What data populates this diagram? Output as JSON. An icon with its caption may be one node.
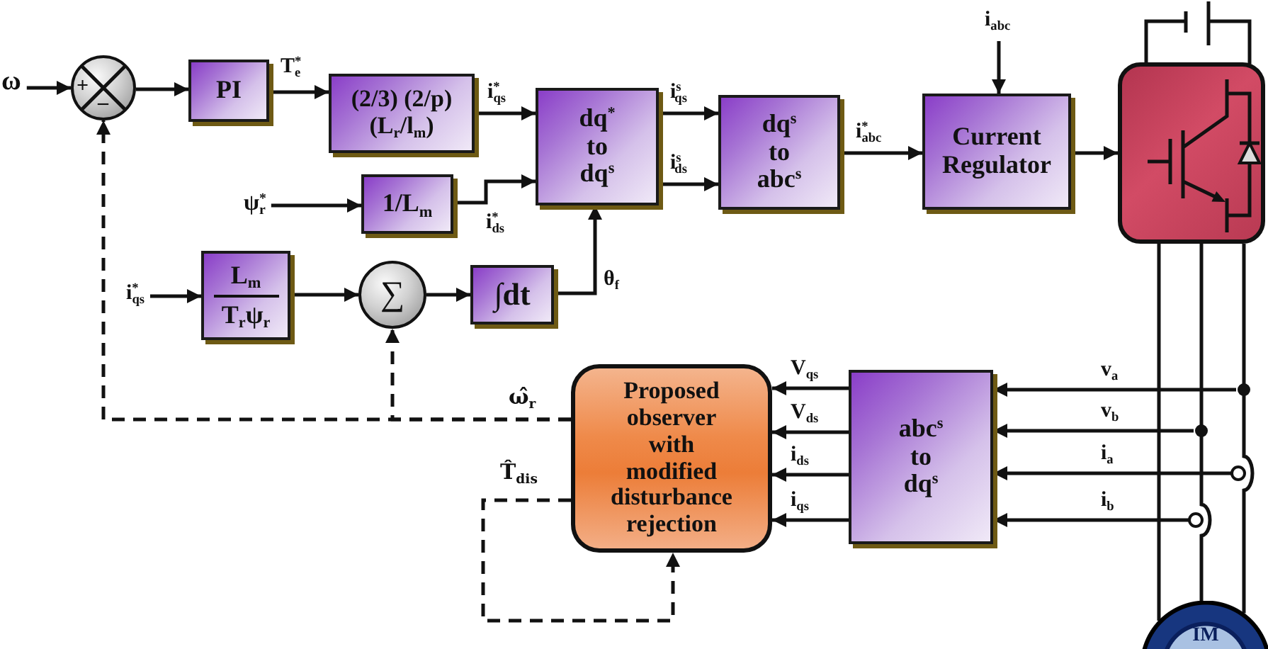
{
  "diagram": {
    "nodes": [
      {
        "text": [
          "ω"
        ]
      },
      {
        "text": [
          "+",
          "–"
        ]
      },
      {
        "text": [
          "PI"
        ]
      },
      {
        "text": [
          "(2/3) (2/p) (L$_{r}$/l$_{m}$)"
        ]
      },
      {
        "text": [
          "dq$^{*}$ to dq$^{s}$"
        ]
      },
      {
        "text": [
          "dq$^{s}$ to abc$^{s}$"
        ]
      },
      {
        "text": [
          "i$_{abc}$"
        ]
      },
      {
        "text": [
          "Current Regulator"
        ]
      },
      {
        "text": [],
        "shape": "box"
      },
      {
        "text": [
          "ψ$^{*}$$_{r}$"
        ]
      },
      {
        "text": [
          "1/L$_{m}$"
        ]
      },
      {
        "text": [
          "i$^{*}$$_{qs}$"
        ]
      },
      {
        "text": [
          "L$_{m}$",
          "T$_{r}$ψ$_{r}$"
        ]
      },
      {
        "text": [
          "∑"
        ]
      },
      {
        "text": [
          "∫dt"
        ]
      },
      {
        "text": [
          "Proposed observer with modified disturbance rejection"
        ]
      },
      {
        "text": [
          "abc$^{s}$ to dq$^{s}$"
        ]
      },
      {
        "text": [
          "IM"
        ]
      }
    ],
    "edges": [
      {
        "from": 0,
        "to": 1,
        "arrow": "to"
      },
      {
        "from": 1,
        "to": 2,
        "arrow": "to"
      },
      {
        "from": 2,
        "to": 3,
        "arrow": "to",
        "label": "T$^{*}$$_{e}$"
      },
      {
        "from": 3,
        "to": 4,
        "arrow": "to",
        "label": "i$^{*}$$_{qs}$"
      },
      {
        "from": 9,
        "to": 10,
        "arrow": "to"
      },
      {
        "from": 10,
        "to": 4,
        "arrow": "to",
        "label": "i$^{*}$$_{ds}$"
      },
      {
        "from": 11,
        "to": 12,
        "arrow": "to"
      },
      {
        "from": 12,
        "to": 13,
        "arrow": "to"
      },
      {
        "from": 13,
        "to": 14,
        "arrow": "to"
      },
      {
        "from": 14,
        "to": 4,
        "arrow": "to",
        "label": "θ$_{f}$"
      },
      {
        "from": 4,
        "to": 5,
        "arrow": "to",
        "label": "i$^{s}$$_{qs}$"
      },
      {
        "from": 4,
        "to": 5,
        "arrow": "to",
        "label": "i$^{s}$$_{ds}$"
      },
      {
        "from": 5,
        "to": 7,
        "arrow": "to",
        "label": "i$^{*}$$_{abc}$"
      },
      {
        "from": 6,
        "to": 7,
        "arrow": "to"
      },
      {
        "from": 7,
        "to": 8,
        "arrow": "to"
      },
      {
        "from": 8,
        "to": 17,
        "arrow": "none"
      },
      {
        "from": 8,
        "to": 17,
        "arrow": "none"
      },
      {
        "from": 8,
        "to": 17,
        "arrow": "none"
      },
      {
        "from": null,
        "to": 16,
        "arrow": "to",
        "label": "v$_{a}$"
      },
      {
        "from": null,
        "to": 16,
        "arrow": "to",
        "label": "v$_{b}$"
      },
      {
        "from": null,
        "to": 16,
        "arrow": "to",
        "label": "i$_{a}$"
      },
      {
        "from": null,
        "to": 16,
        "arrow": "to",
        "label": "i$_{b}$"
      },
      {
        "from": 16,
        "to": 15,
        "arrow": "to",
        "label": "V$_{qs}$"
      },
      {
        "from": 16,
        "to": 15,
        "arrow": "to",
        "label": "V$_{ds}$"
      },
      {
        "from": 16,
        "to": 15,
        "arrow": "to",
        "label": "i$_{ds}$"
      },
      {
        "from": 16,
        "to": 15,
        "arrow": "to",
        "label": "i$_{qs}$"
      },
      {
        "from": 15,
        "to": 1,
        "arrow": "to",
        "label": "ω̂$_{r}$",
        "style": "dashed"
      },
      {
        "from": 15,
        "to": 13,
        "arrow": "to",
        "style": "dashed"
      },
      {
        "from": 15,
        "to": 15,
        "arrow": "to",
        "label": "T̂$_{dis}$",
        "style": "dashed"
      }
    ]
  }
}
